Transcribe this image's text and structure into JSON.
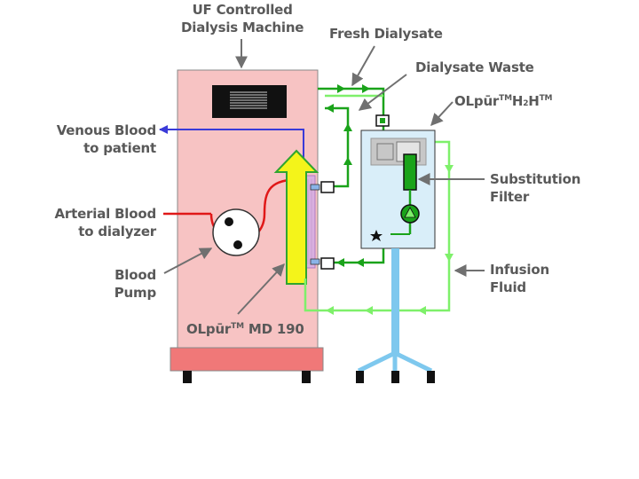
{
  "labels": {
    "uf_machine_line1": "UF Controlled",
    "uf_machine_line2": "Dialysis Machine",
    "fresh_dialysate": "Fresh Dialysate",
    "dialysate_waste": "Dialysate Waste",
    "olpur_h2h_prefix": "OLpūr",
    "olpur_h2h_tm1": "TM",
    "olpur_h2h_h1": "H",
    "olpur_h2h_sub": "2",
    "olpur_h2h_h2": "H",
    "olpur_h2h_tm2": "TM",
    "venous_line1": "Venous Blood",
    "venous_line2": "to patient",
    "arterial_line1": "Arterial Blood",
    "arterial_line2": "to dialyzer",
    "blood_pump_line1": "Blood",
    "blood_pump_line2": "Pump",
    "substitution_line1": "Substitution",
    "substitution_line2": "Filter",
    "infusion_line1": "Infusion",
    "infusion_line2": "Fluid",
    "md190_prefix": "OLpūr",
    "md190_tm": "TM",
    "md190_suffix": " MD 190"
  },
  "colors": {
    "machine_body": "#f7c3c3",
    "machine_base": "#f07878",
    "module_box": "#d9eef9",
    "pole": "#7ec8ee",
    "fresh_line": "#1aa31a",
    "return_line": "#7ef06a",
    "blood_arterial": "#e01818",
    "blood_venous": "#3a3ad8",
    "arrow_yellow": "#f4f41a",
    "label_text": "#595959"
  },
  "icons": [
    "screen-vent-icon",
    "blood-pump-icon",
    "infusion-pump-icon",
    "star-icon",
    "connector-icon",
    "arrow-icon"
  ]
}
